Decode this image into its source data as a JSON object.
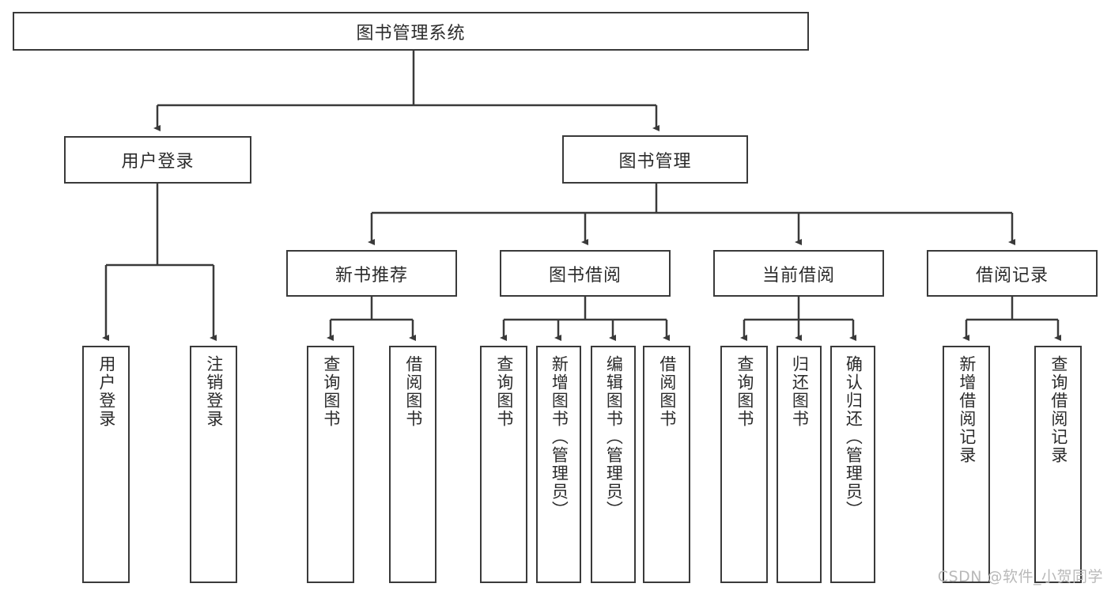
{
  "diagram": {
    "type": "tree-hierarchy",
    "title": "图书管理系统",
    "root": {
      "label": "图书管理系统"
    },
    "level2": [
      {
        "label": "用户登录"
      },
      {
        "label": "图书管理"
      }
    ],
    "level3": [
      {
        "label": "新书推荐"
      },
      {
        "label": "图书借阅"
      },
      {
        "label": "当前借阅"
      },
      {
        "label": "借阅记录"
      }
    ],
    "leaves": {
      "user_login": [
        {
          "label": "用户登录"
        },
        {
          "label": "注销登录"
        }
      ],
      "new_book_recommend": [
        {
          "label": "查询图书"
        },
        {
          "label": "借阅图书"
        }
      ],
      "book_borrow": [
        {
          "label": "查询图书"
        },
        {
          "label": "新增图书（管理员）"
        },
        {
          "label": "编辑图书（管理员）"
        },
        {
          "label": "借阅图书"
        }
      ],
      "current_borrow": [
        {
          "label": "查询图书"
        },
        {
          "label": "归还图书"
        },
        {
          "label": "确认归还（管理员）"
        }
      ],
      "borrow_record": [
        {
          "label": "新增借阅记录"
        },
        {
          "label": "查询借阅记录"
        }
      ]
    }
  },
  "watermark": {
    "text": "CSDN @软件_小贺同学"
  },
  "colors": {
    "border": "#3a3a3a",
    "text": "#2b2b2b",
    "background": "#ffffff",
    "watermark": "#b9b9b9"
  }
}
